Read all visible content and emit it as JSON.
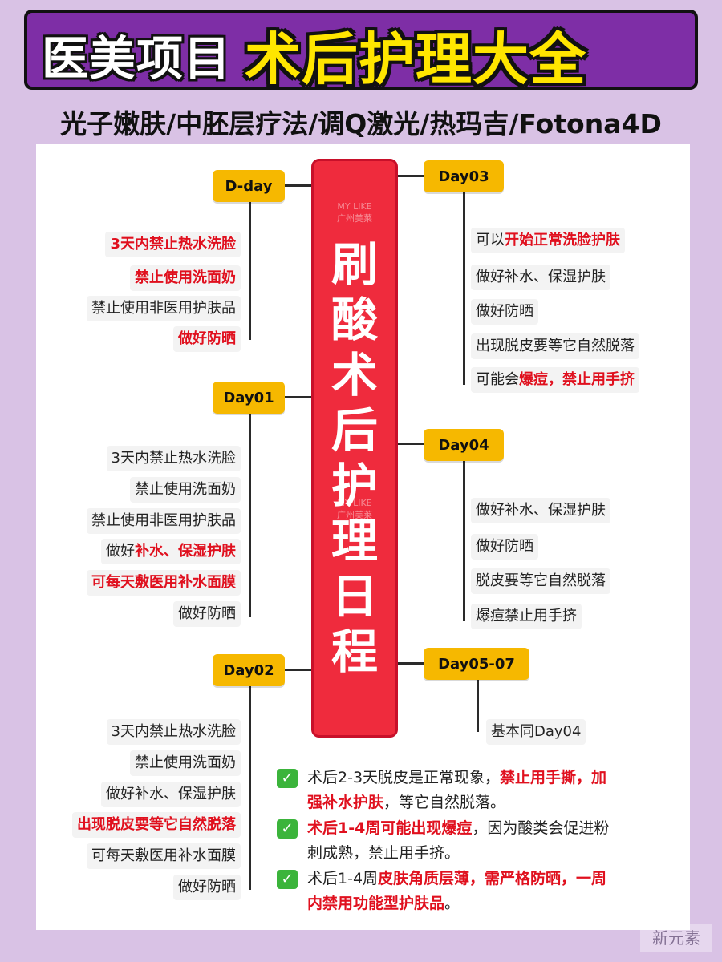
{
  "header": {
    "title_part1": "医美项目",
    "title_part2": "术后护理大全",
    "subtitle": "光子嫩肤/中胚层疗法/调Q激光/热玛吉/Fotona4D"
  },
  "center": {
    "text": "刷\n酸\n术\n后\n护\n理\n日\n程",
    "watermark_top": "MY LIKE\n广州美莱",
    "watermark_mid": "MY LIKE\n广州美莱"
  },
  "left": {
    "dday": {
      "label": "D-day",
      "items": [
        {
          "pre": "",
          "red": "3天内禁止热水洗脸",
          "post": ""
        },
        {
          "pre": "",
          "red": "禁止使用洗面奶",
          "post": ""
        },
        {
          "pre": "禁止使用非医用护肤品",
          "red": "",
          "post": ""
        },
        {
          "pre": "",
          "red": "做好防晒",
          "post": ""
        }
      ]
    },
    "day01": {
      "label": "Day01",
      "items": [
        {
          "pre": "3天内禁止热水洗脸",
          "red": "",
          "post": ""
        },
        {
          "pre": "禁止使用洗面奶",
          "red": "",
          "post": ""
        },
        {
          "pre": "禁止使用非医用护肤品",
          "red": "",
          "post": ""
        },
        {
          "pre": "做好",
          "red": "补水、保湿护肤",
          "post": ""
        },
        {
          "pre": "",
          "red": "可每天敷医用补水面膜",
          "post": ""
        },
        {
          "pre": "做好防晒",
          "red": "",
          "post": ""
        }
      ]
    },
    "day02": {
      "label": "Day02",
      "items": [
        {
          "pre": "3天内禁止热水洗脸",
          "red": "",
          "post": ""
        },
        {
          "pre": "禁止使用洗面奶",
          "red": "",
          "post": ""
        },
        {
          "pre": "做好补水、保湿护肤",
          "red": "",
          "post": ""
        },
        {
          "pre": "",
          "red": "出现脱皮要等它自然脱落",
          "post": ""
        },
        {
          "pre": "可每天敷医用补水面膜",
          "red": "",
          "post": ""
        },
        {
          "pre": "做好防晒",
          "red": "",
          "post": ""
        }
      ]
    }
  },
  "right": {
    "day03": {
      "label": "Day03",
      "items": [
        {
          "pre": "可以",
          "red": "开始正常洗脸护肤",
          "post": ""
        },
        {
          "pre": "做好补水、保湿护肤",
          "red": "",
          "post": ""
        },
        {
          "pre": "做好防晒",
          "red": "",
          "post": ""
        },
        {
          "pre": "出现脱皮要等它自然脱落",
          "red": "",
          "post": ""
        },
        {
          "pre": "可能会",
          "red": "爆痘，禁止用手挤",
          "post": ""
        }
      ]
    },
    "day04": {
      "label": "Day04",
      "items": [
        {
          "pre": "做好补水、保湿护肤",
          "red": "",
          "post": ""
        },
        {
          "pre": "做好防晒",
          "red": "",
          "post": ""
        },
        {
          "pre": "脱皮要等它自然脱落",
          "red": "",
          "post": ""
        },
        {
          "pre": "爆痘禁止用手挤",
          "red": "",
          "post": ""
        }
      ]
    },
    "day0507": {
      "label": "Day05-07",
      "items": [
        {
          "pre": "基本同Day04",
          "red": "",
          "post": ""
        }
      ]
    }
  },
  "notes": [
    {
      "check": "✓",
      "line1_pre": "术后2-3天脱皮是正常现象，",
      "line1_red": "禁止用手撕，加",
      "line2_red": "强补水护肤",
      "line2_post": "，等它自然脱落。"
    },
    {
      "check": "✓",
      "line1_pre": "",
      "line1_red": "术后1-4周可能出现爆痘",
      "line1_post": "，因为酸类会促进粉",
      "line2_post": "刺成熟，禁止用手挤。"
    },
    {
      "check": "✓",
      "line1_pre": "术后1-4周",
      "line1_red": "皮肤角质层薄，需严格防晒，一周",
      "line2_red": "内禁用功能型护肤品",
      "line2_post": "。"
    }
  ],
  "corner_watermark": "新元素",
  "colors": {
    "background": "#d9c2e5",
    "title_band": "#7e2ea6",
    "title_yellow": "#ffe600",
    "center_red": "#ef2b3d",
    "tag_yellow": "#f6b800",
    "highlight_red": "#e0101e",
    "check_green": "#3bb43b"
  }
}
